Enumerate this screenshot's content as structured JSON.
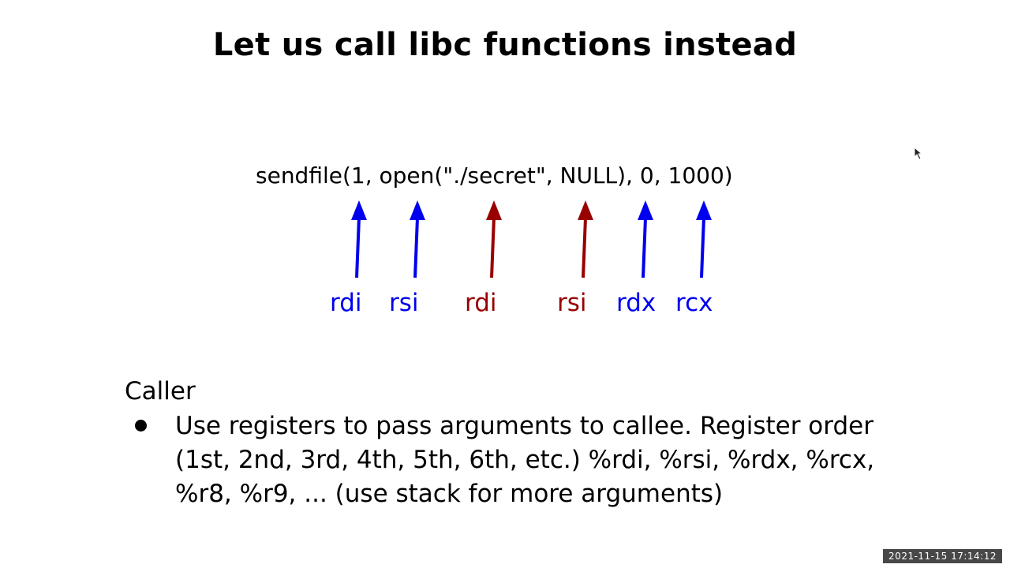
{
  "slide": {
    "title": "Let us call libc functions instead",
    "code": "sendfile(1, open(\"./secret\", NULL), 0, 1000)",
    "registers": [
      {
        "label": "rdi",
        "color": "#0000ee"
      },
      {
        "label": "rsi",
        "color": "#0000ee"
      },
      {
        "label": "rdi",
        "color": "#990000"
      },
      {
        "label": "rsi",
        "color": "#990000"
      },
      {
        "label": "rdx",
        "color": "#0000ee"
      },
      {
        "label": "rcx",
        "color": "#0000ee"
      }
    ],
    "caller_heading": "Caller",
    "bullet": "Use registers to pass arguments to callee. Register order (1st, 2nd, 3rd, 4th, 5th, 6th, etc.) %rdi, %rsi, %rdx, %rcx, %r8, %r9, ... (use stack for more arguments)"
  },
  "overlay": {
    "timestamp": "2021-11-15 17:14:12"
  },
  "colors": {
    "blue": "#0000ee",
    "red": "#990000"
  },
  "icons": [
    "mouse-cursor-icon",
    "bullet-icon"
  ]
}
